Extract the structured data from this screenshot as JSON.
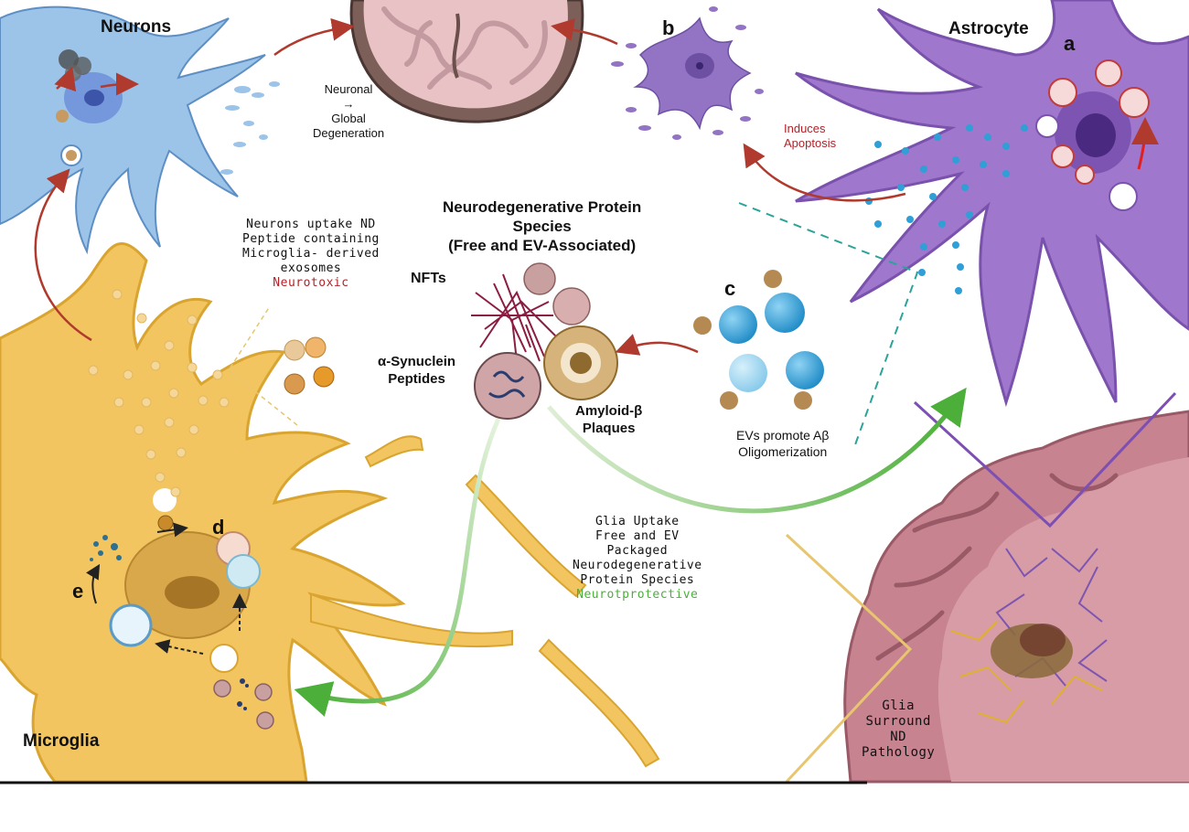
{
  "colors": {
    "neuron": "#9cc3e8",
    "astrocyte": "#8b5fb8",
    "microglia": "#f2c560",
    "brain_tissue": "#c7838f",
    "toxic_text": "#b0232a",
    "protective_text": "#4caf3a",
    "toxic_arrow": "#b03a2e",
    "protective_arrow": "#4caf3a",
    "ev_blue": "#2f9fd6"
  },
  "icons": [
    "neuron-cell",
    "astrocyte-cell",
    "microglia-cell",
    "brain-section",
    "extracellular-vesicle",
    "protein-aggregate"
  ],
  "labels": {
    "neurons": "Neurons",
    "astrocyte": "Astrocyte",
    "microglia": "Microglia",
    "letter_a": "a",
    "letter_b": "b",
    "letter_c": "c",
    "letter_d": "d",
    "letter_e": "e",
    "neuronal_global": [
      "Neuronal",
      "→",
      "Global",
      "Degeneration"
    ],
    "induces_apoptosis": [
      "Induces",
      "Apoptosis"
    ],
    "title": [
      "Neurodegenerative Protein",
      "Species",
      "(Free and EV-Associated)"
    ],
    "nfts": "NFTs",
    "synuclein": [
      "α-Synuclein",
      "Peptides"
    ],
    "amyloid": [
      "Amyloid-β",
      "Plaques"
    ],
    "ev_promote": [
      "EVs promote Aβ",
      "Oligomerization"
    ],
    "neurons_uptake": [
      "Neurons uptake ND",
      "Peptide containing",
      "Microglia- derived",
      "exosomes"
    ],
    "neurotoxic": "Neurotoxic",
    "glia_uptake": [
      "Glia Uptake",
      "Free and EV",
      "Packaged",
      "Neurodegenerative",
      "Protein Species"
    ],
    "neuroprotective": "Neurotprotective",
    "glia_surround": [
      "Glia",
      "Surround",
      "ND",
      "Pathology"
    ]
  }
}
